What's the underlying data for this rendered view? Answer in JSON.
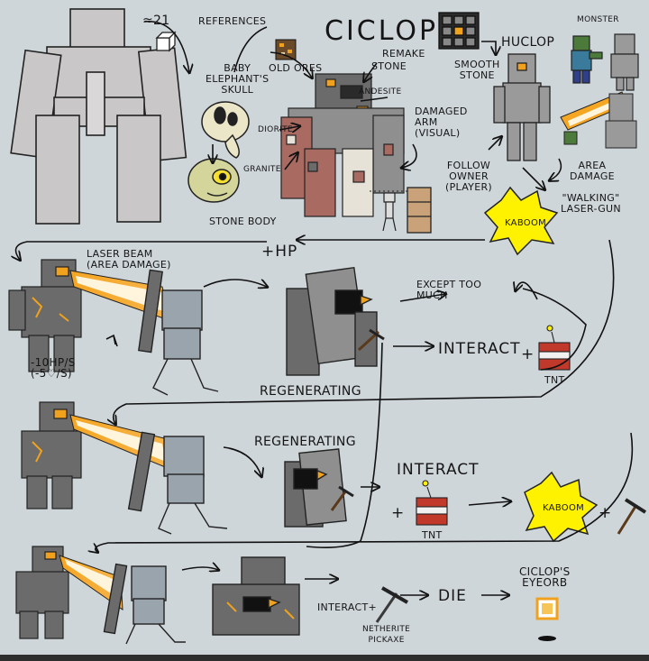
{
  "labels": {
    "ref_count": "≈21",
    "references": "REFERENCES",
    "title": "CICLOP",
    "remake": "REMAKE",
    "stone": "STONE",
    "old_ores": "OLD ORES",
    "baby_skull": "BABY\nELEPHANT'S\nSKULL",
    "andesite": "ANDESITE",
    "diorite": "DIORITE",
    "granite": "GRANITE",
    "damaged_arm": "DAMAGED\nARM\n(VISUAL)",
    "stone_body": "STONE BODY",
    "huclop": "HUCLOP",
    "monster": "MONSTER",
    "smooth_stone": "SMOOTH\nSTONE",
    "follow_owner": "FOLLOW\nOWNER\n(PLAYER)",
    "area_damage": "AREA\nDAMAGE",
    "walking_laser": "\"WALKING\"\nLASER-GUN",
    "kaboom1": "KABOOM",
    "hp_plus": "+HP",
    "laser_beam": "LASER BEAM\n(AREA DAMAGE)",
    "except_too_much": "EXCEPT TOO\nMUCH",
    "interact1": "INTERACT",
    "plus1": "+",
    "tnt1": "TNT",
    "hp_loss": "-10HP/S\n(-5♡/S)",
    "regenerating1": "REGENERATING",
    "regenerating2": "REGENERATING",
    "interact2": "INTERACT",
    "plus2": "+",
    "tnt2": "TNT",
    "kaboom2": "KABOOM",
    "plus3": "+",
    "interact3": "INTERACT+",
    "die": "DIE",
    "netherite_pickaxe": "NETHERITE\nPICKAXE",
    "eyeorb": "CICLOP'S\nEYEORB"
  },
  "colors": {
    "background": "#cfd6da",
    "stone_light": "#c9c7c7",
    "stone_dark": "#6b6b6b",
    "stone_mid": "#8f8f8f",
    "eye_orange": "#f0a21e",
    "laser_orange": "#f5a623",
    "laser_core": "#fff4dc",
    "granite_red": "#a96a62",
    "diorite_white": "#e6e2d8",
    "explosion_yellow": "#fff200",
    "tnt_red": "#c0392b",
    "ore_brown": "#6b4a2a"
  }
}
